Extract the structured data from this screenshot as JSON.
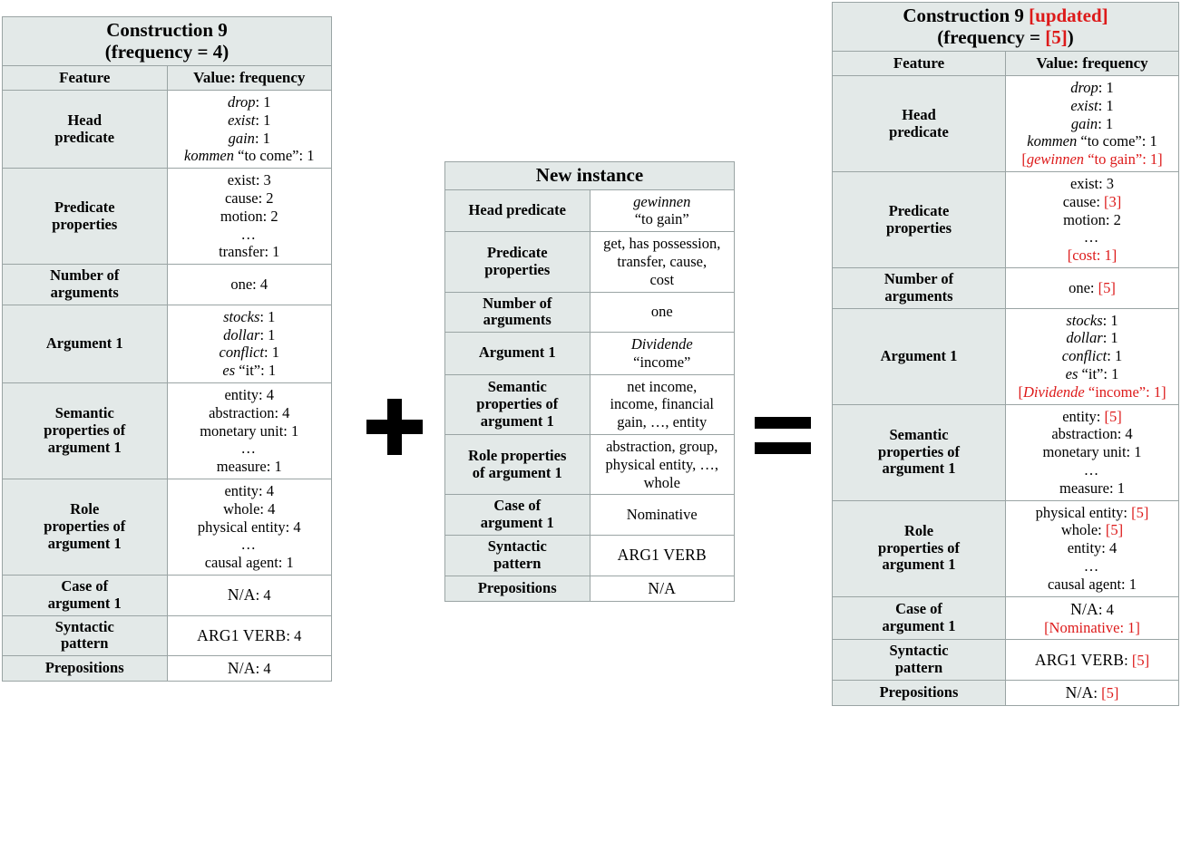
{
  "figure": {
    "operators": {
      "plus": "+",
      "equals": "="
    }
  },
  "left_table": {
    "title_line1": "Construction 9",
    "title_line2": "(frequency = 4)",
    "col_feature": "Feature",
    "col_value": "Value: frequency",
    "rows": [
      {
        "feature": "Head\npredicate",
        "feature_l1": "Head",
        "feature_l2": "predicate",
        "values": [
          "drop: 1",
          "exist: 1",
          "gain: 1",
          "kommen “to come”: 1"
        ]
      },
      {
        "feature_l1": "Predicate",
        "feature_l2": "properties",
        "values": [
          "exist: 3",
          "cause: 2",
          "motion: 2",
          "…",
          "transfer: 1"
        ]
      },
      {
        "feature_l1": "Number of",
        "feature_l2": "arguments",
        "values": [
          "one: 4"
        ]
      },
      {
        "feature_l1": "Argument 1",
        "feature_l2": "",
        "values": [
          "stocks: 1",
          "dollar: 1",
          "conflict: 1",
          "es “it”: 1"
        ]
      },
      {
        "feature_l1": "Semantic",
        "feature_l2": "properties of",
        "feature_l3": "argument 1",
        "values": [
          "entity: 4",
          "abstraction: 4",
          "monetary unit: 1",
          "…",
          "measure: 1"
        ]
      },
      {
        "feature_l1": "Role",
        "feature_l2": "properties of",
        "feature_l3": "argument 1",
        "values": [
          "entity: 4",
          "whole: 4",
          "physical entity: 4",
          "…",
          "causal agent: 1"
        ]
      },
      {
        "feature_l1": "Case of",
        "feature_l2": "argument 1",
        "values": [
          "N/A: 4"
        ]
      },
      {
        "feature_l1": "Syntactic",
        "feature_l2": "pattern",
        "values": [
          "ARG1 VERB: 4"
        ]
      },
      {
        "feature_l1": "Prepositions",
        "feature_l2": "",
        "values": [
          "N/A: 4"
        ]
      }
    ]
  },
  "mid_table": {
    "title": "New instance",
    "rows": [
      {
        "feature_l1": "Head predicate",
        "feature_l2": "",
        "v_it": "gewinnen",
        "v_rest": "“to gain”"
      },
      {
        "feature_l1": "Predicate",
        "feature_l2": "properties",
        "values": [
          "get, has possession,",
          "transfer, cause,",
          "cost"
        ]
      },
      {
        "feature_l1": "Number of",
        "feature_l2": "arguments",
        "values": [
          "one"
        ]
      },
      {
        "feature_l1": "Argument 1",
        "feature_l2": "",
        "v_it": "Dividende",
        "v_rest": "“income”"
      },
      {
        "feature_l1": "Semantic",
        "feature_l2": "properties of",
        "feature_l3": "argument 1",
        "values": [
          "net income,",
          "income, financial",
          "gain, …, entity"
        ]
      },
      {
        "feature_l1": "Role properties",
        "feature_l2": "of argument 1",
        "values": [
          "abstraction, group,",
          "physical entity, …,",
          "whole"
        ]
      },
      {
        "feature_l1": "Case of",
        "feature_l2": "argument 1",
        "values": [
          "Nominative"
        ]
      },
      {
        "feature_l1": "Syntactic",
        "feature_l2": "pattern",
        "values": [
          "ARG1 VERB"
        ]
      },
      {
        "feature_l1": "Prepositions",
        "feature_l2": "",
        "values": [
          "N/A"
        ]
      }
    ]
  },
  "right_table": {
    "title_l1_black": "Construction 9 ",
    "title_l1_red": "[updated]",
    "title_l2_black": "(frequency = ",
    "title_l2_red": "[5]",
    "title_l2_tail": ")",
    "col_feature": "Feature",
    "col_value": "Value: frequency",
    "rows": [
      {
        "feature_l1": "Head",
        "feature_l2": "predicate",
        "values": [
          "drop: 1",
          "exist: 1",
          "gain: 1",
          "kommen “to come”: 1"
        ],
        "added": "[gewinnen “to gain”: 1]"
      },
      {
        "feature_l1": "Predicate",
        "feature_l2": "properties",
        "values": [
          "exist: 3",
          "cause: [3]",
          "motion: 2",
          "…"
        ],
        "added": "[cost: 1]"
      },
      {
        "feature_l1": "Number of",
        "feature_l2": "arguments",
        "values": [
          "one: [5]"
        ]
      },
      {
        "feature_l1": "Argument 1",
        "feature_l2": "",
        "values": [
          "stocks: 1",
          "dollar: 1",
          "conflict: 1",
          "es “it”: 1"
        ],
        "added": "[Dividende “income”: 1]"
      },
      {
        "feature_l1": "Semantic",
        "feature_l2": "properties of",
        "feature_l3": "argument 1",
        "values": [
          "entity: [5]",
          "abstraction: 4",
          "monetary unit: 1",
          "…",
          "measure: 1"
        ]
      },
      {
        "feature_l1": "Role",
        "feature_l2": "properties of",
        "feature_l3": "argument 1",
        "values": [
          "physical entity: [5]",
          "whole: [5]",
          "entity: 4",
          "…",
          "causal agent: 1"
        ]
      },
      {
        "feature_l1": "Case of",
        "feature_l2": "argument 1",
        "values": [
          "N/A: 4"
        ],
        "added": "[Nominative: 1]"
      },
      {
        "feature_l1": "Syntactic",
        "feature_l2": "pattern",
        "values": [
          "ARG1 VERB: [5]"
        ]
      },
      {
        "feature_l1": "Prepositions",
        "feature_l2": "",
        "values": [
          "N/A: [5]"
        ]
      }
    ]
  },
  "tokens": {
    "drop": "drop",
    "exist": "exist",
    "gain": "gain",
    "kommen": "kommen",
    "to_come": "“to come”",
    "to_gain": "“to gain”",
    "stocks": "stocks",
    "dollar": "dollar",
    "conflict": "conflict",
    "es": "es",
    "it": "“it”",
    "gewinnen": "gewinnen",
    "dividende": "Dividende",
    "income_q": "“income”",
    "one": "1",
    "two": "2",
    "three": "3",
    "four": "4",
    "five": "5",
    "ellipsis": "…",
    "na": "N/A",
    "arg1verb": "ARG1 VERB",
    "nominative": "Nominative"
  }
}
